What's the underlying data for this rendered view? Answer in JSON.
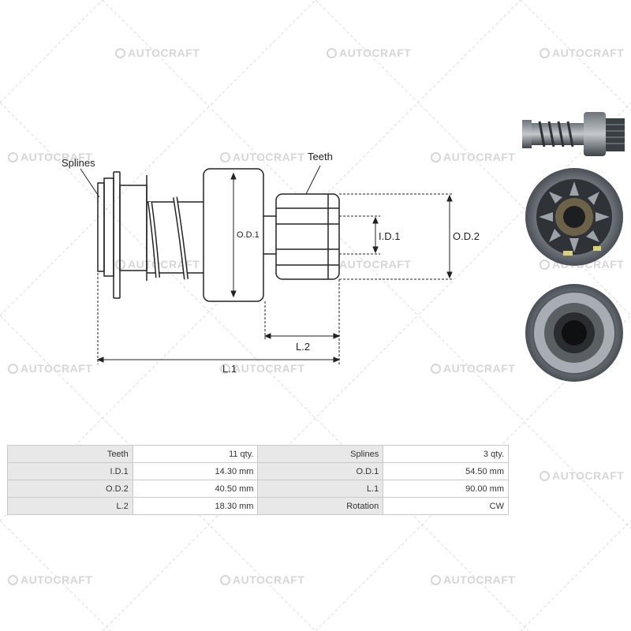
{
  "watermark": {
    "brand": "AUTOCRAFT"
  },
  "diagram": {
    "callouts": {
      "splines": "Splines",
      "teeth": "Teeth",
      "od1": "O.D.1",
      "id1": "I.D.1",
      "od2": "O.D.2",
      "l2": "L.2",
      "l1": "L.1"
    }
  },
  "specs": {
    "rows": [
      {
        "k1": "Teeth",
        "v1": "11 qty.",
        "k2": "Splines",
        "v2": "3 qty."
      },
      {
        "k1": "I.D.1",
        "v1": "14.30 mm",
        "k2": "O.D.1",
        "v2": "54.50 mm"
      },
      {
        "k1": "O.D.2",
        "v1": "40.50 mm",
        "k2": "L.1",
        "v2": "90.00 mm"
      },
      {
        "k1": "L.2",
        "v1": "18.30 mm",
        "k2": "Rotation",
        "v2": "CW"
      }
    ]
  },
  "colors": {
    "line": "#222222",
    "table_key_bg": "#e8e8e8",
    "watermark": "#d6d6d6",
    "metal_dark": "#4a4f55",
    "metal_light": "#9aa0a6"
  }
}
